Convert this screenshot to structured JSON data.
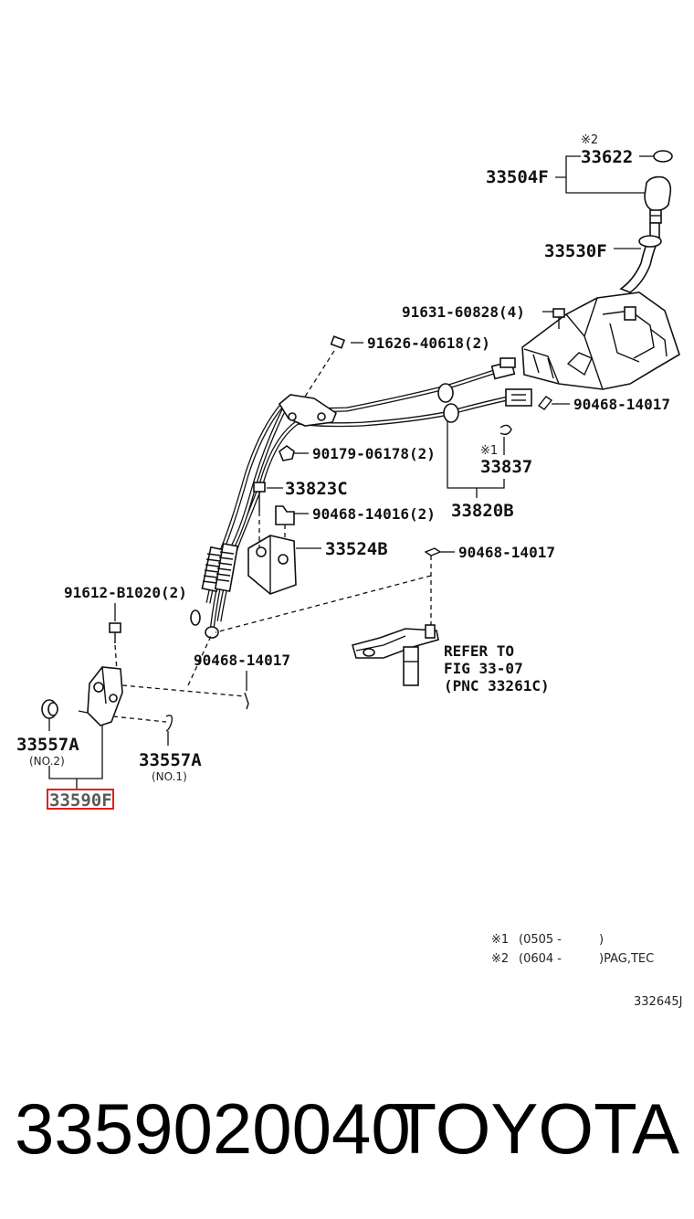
{
  "labels": {
    "note2_top": "※2",
    "p33622": "33622",
    "p33504F": "33504F",
    "p33530F": "33530F",
    "p91631": "91631-60828(4)",
    "p91626": "91626-40618(2)",
    "p90468_14017_a": "90468-14017",
    "p90179": "90179-06178(2)",
    "note1_mid": "※1",
    "p33837": "33837",
    "p33823C": "33823C",
    "p90468_14016": "90468-14016(2)",
    "p33820B": "33820B",
    "p33524B": "33524B",
    "p90468_14017_b": "90468-14017",
    "p91612": "91612-B1020(2)",
    "p90468_14017_c": "90468-14017",
    "refer1": "REFER TO",
    "refer2": "FIG 33-07",
    "refer3": "(PNC 33261C)",
    "p33557A_left": "33557A",
    "p33557A_left_sub": "(NO.2)",
    "p33557A_right": "33557A",
    "p33557A_right_sub": "(NO.1)",
    "p33590F": "33590F"
  },
  "notes": {
    "n1_mark": "※1",
    "n1_text": "(0505 -",
    "n1_close": ")",
    "n2_mark": "※2",
    "n2_text": "(0604 -",
    "n2_close": ")PAG,TEC",
    "diagram_id": "332645J"
  },
  "highlight": {
    "part": "33590F",
    "color": "#e02020"
  },
  "footer": {
    "part_number": "3359020040",
    "brand": "TOYOTA"
  }
}
